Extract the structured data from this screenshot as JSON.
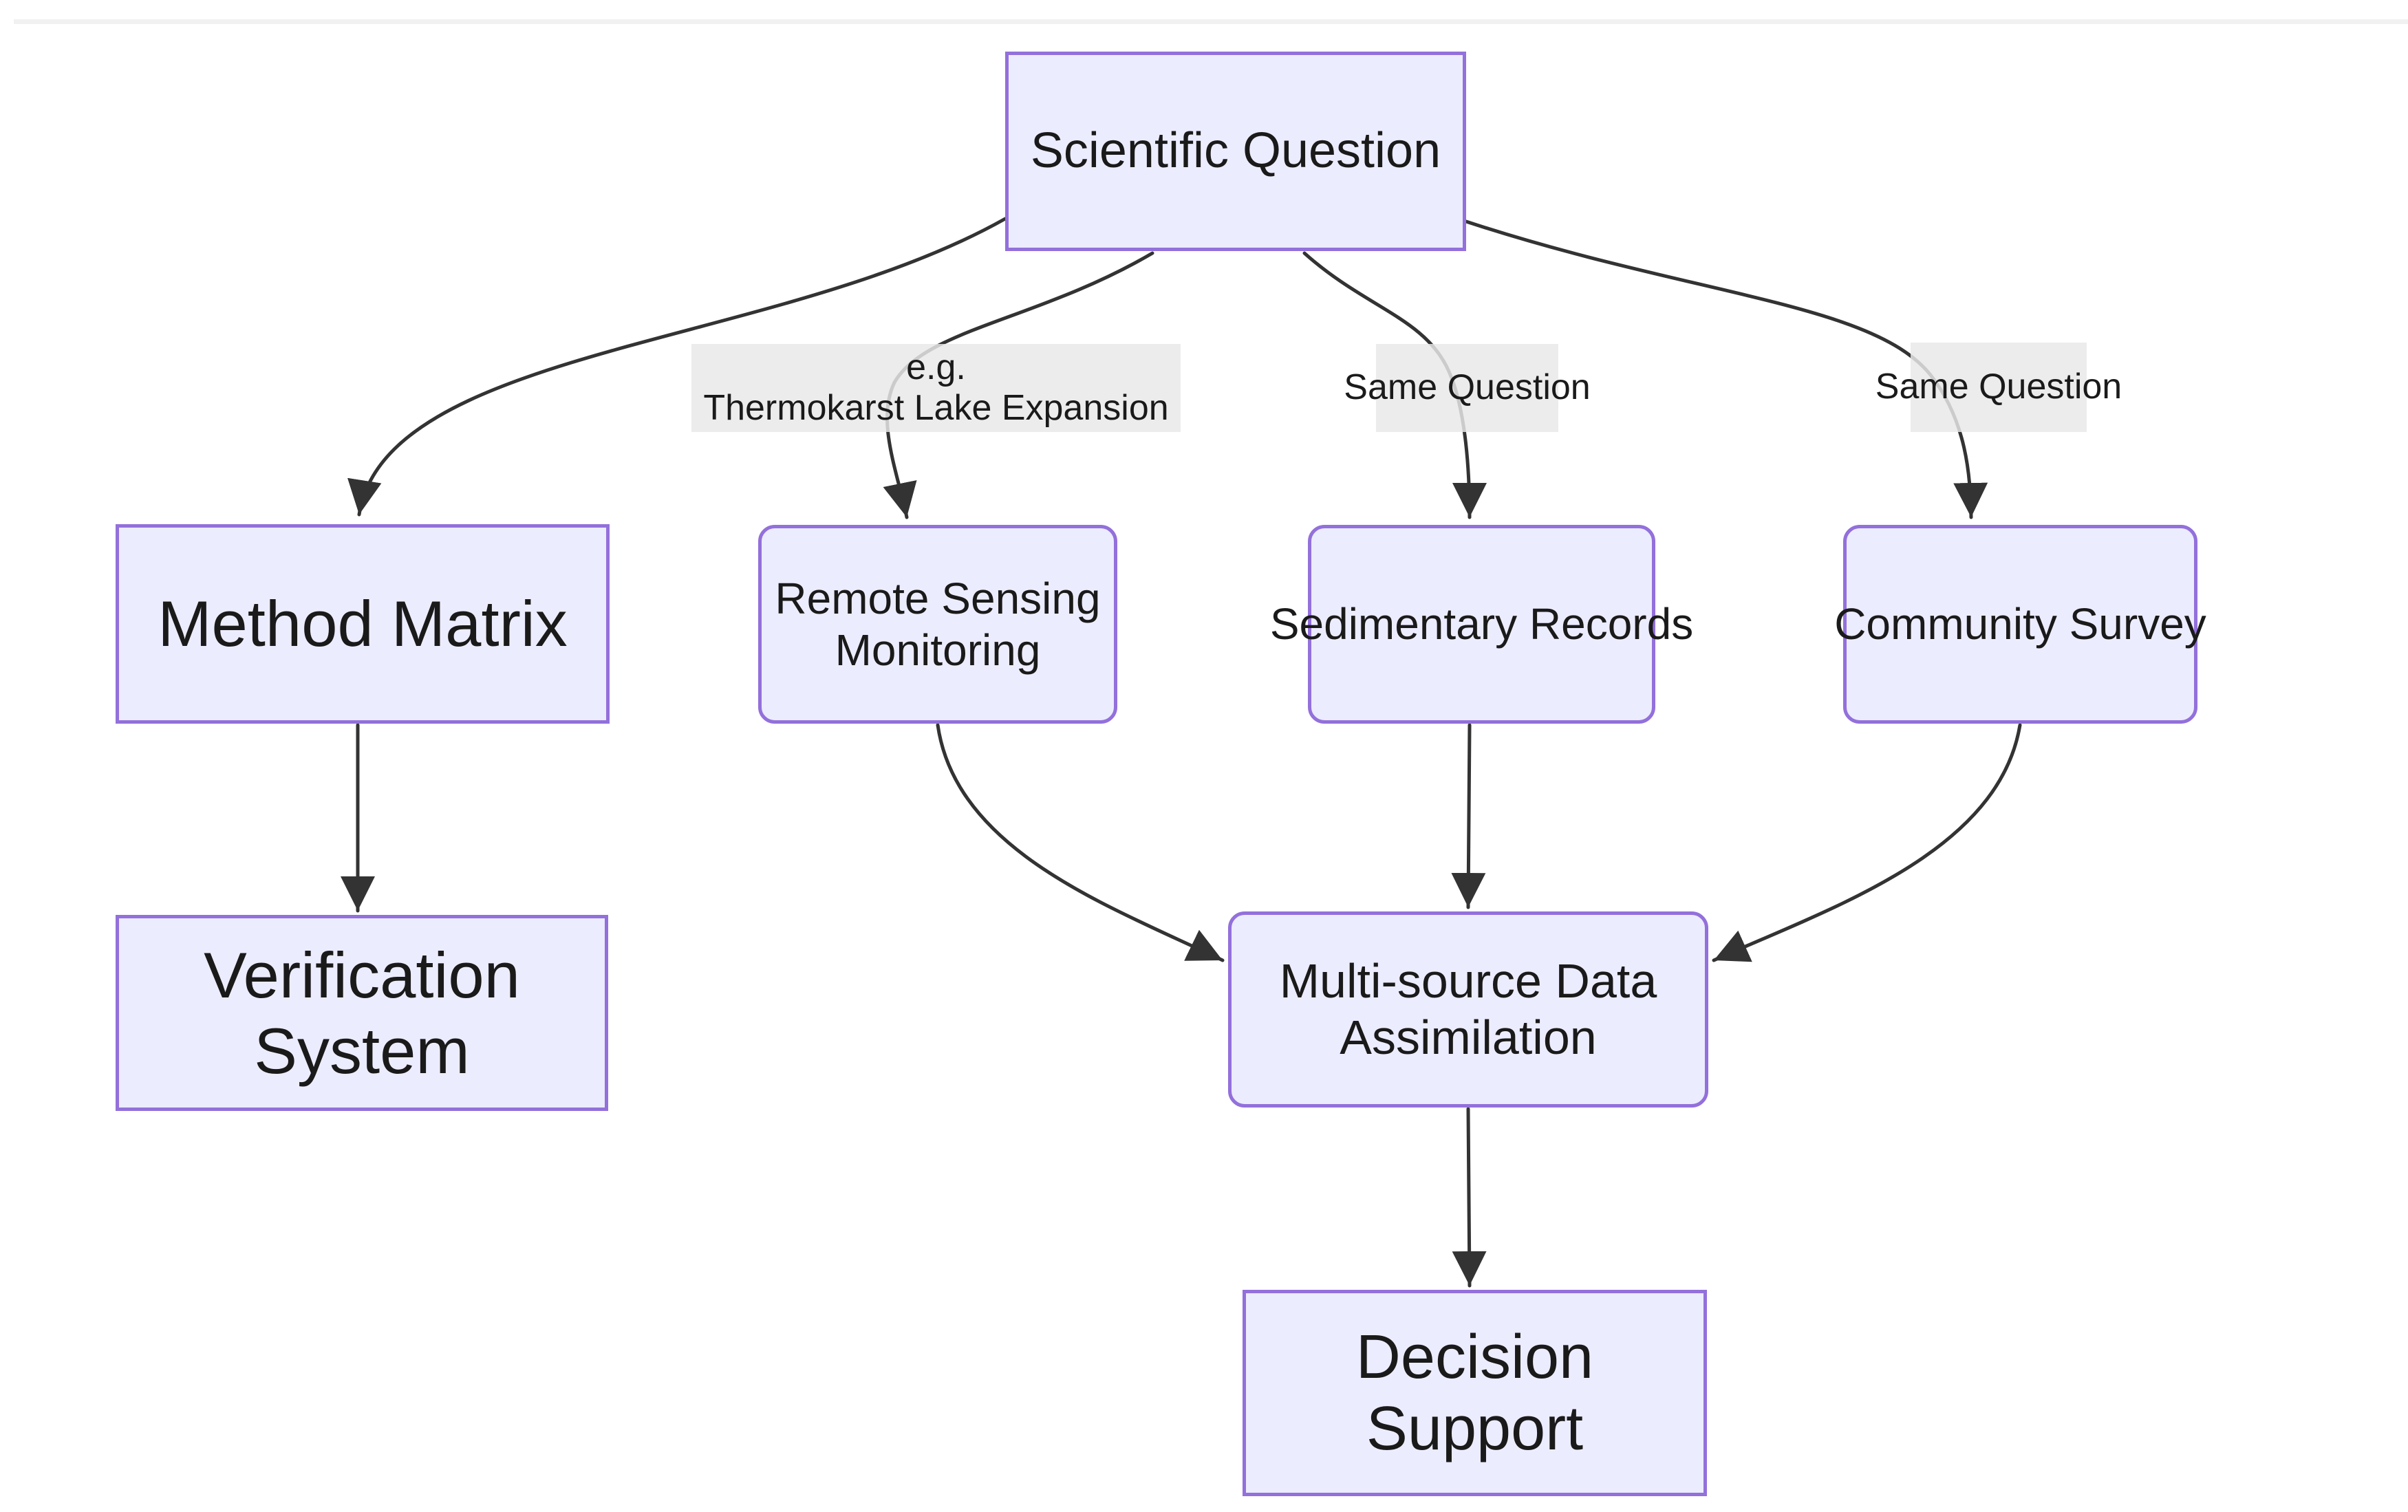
{
  "meta": {
    "type": "flowchart-diagram",
    "orientation": "top-down"
  },
  "colors": {
    "canvas": "#ffffff",
    "top_bar": "#f1f1f1",
    "node_fill": "#ececff",
    "node_border": "#9370db",
    "edge": "#333333",
    "label_bg": "#e8e8e8",
    "text": "#1a1a1a"
  },
  "nodes": {
    "scientific_question": {
      "label": "Scientific Question",
      "shape": "rect"
    },
    "method_matrix": {
      "label": "Method Matrix",
      "shape": "rect"
    },
    "remote_sensing": {
      "label": "Remote Sensing\nMonitoring",
      "shape": "rounded"
    },
    "sedimentary_records": {
      "label": "Sedimentary Records",
      "shape": "rounded"
    },
    "community_survey": {
      "label": "Community Survey",
      "shape": "rounded"
    },
    "verification_system": {
      "label": "Verification\nSystem",
      "shape": "rect"
    },
    "multi_source": {
      "label": "Multi-source Data\nAssimilation",
      "shape": "rounded"
    },
    "decision_support": {
      "label": "Decision\nSupport",
      "shape": "rect"
    }
  },
  "edge_labels": {
    "example": {
      "text": "e.g.\nThermokarst Lake Expansion"
    },
    "same_question_1": {
      "text": "Same Question"
    },
    "same_question_2": {
      "text": "Same Question"
    }
  },
  "edges": [
    {
      "from": "scientific_question",
      "to": "method_matrix",
      "label": ""
    },
    {
      "from": "scientific_question",
      "to": "remote_sensing",
      "label": "e.g. Thermokarst Lake Expansion"
    },
    {
      "from": "scientific_question",
      "to": "sedimentary_records",
      "label": "Same Question"
    },
    {
      "from": "scientific_question",
      "to": "community_survey",
      "label": "Same Question"
    },
    {
      "from": "method_matrix",
      "to": "verification_system",
      "label": ""
    },
    {
      "from": "remote_sensing",
      "to": "multi_source",
      "label": ""
    },
    {
      "from": "sedimentary_records",
      "to": "multi_source",
      "label": ""
    },
    {
      "from": "community_survey",
      "to": "multi_source",
      "label": ""
    },
    {
      "from": "multi_source",
      "to": "decision_support",
      "label": ""
    }
  ]
}
